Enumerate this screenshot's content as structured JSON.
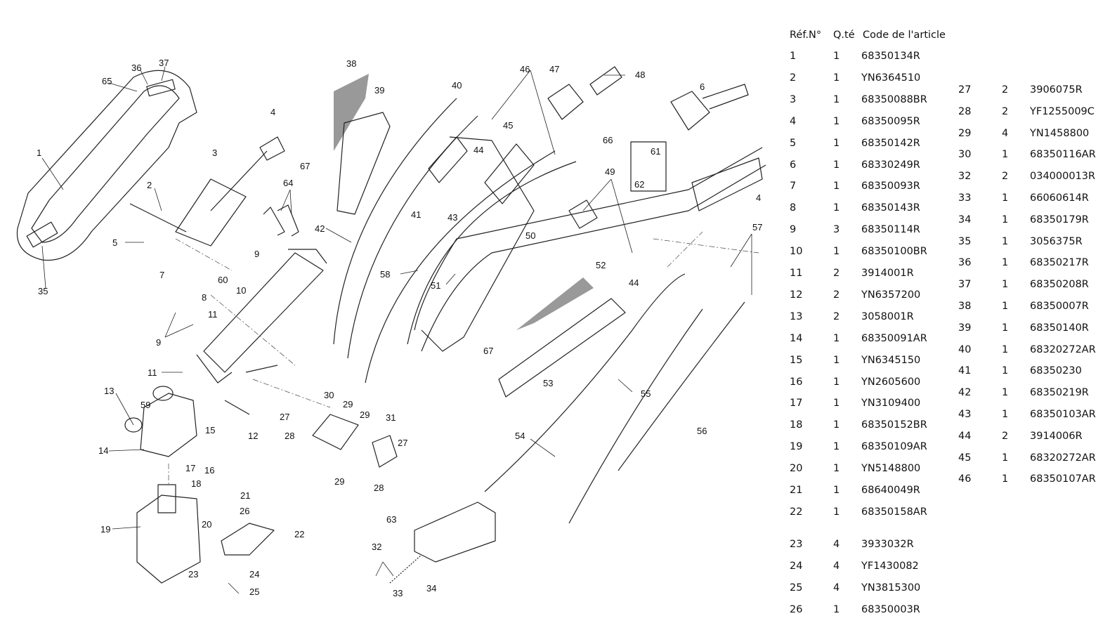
{
  "header": {
    "ref": "Réf.N°",
    "qty": "Q.té",
    "code": "Code de l'article"
  },
  "left_rows": [
    {
      "ref": "1",
      "qty": "1",
      "code": "68350134R"
    },
    {
      "ref": "2",
      "qty": "1",
      "code": "YN6364510"
    },
    {
      "ref": "3",
      "qty": "1",
      "code": "68350088BR"
    },
    {
      "ref": "4",
      "qty": "1",
      "code": "68350095R"
    },
    {
      "ref": "5",
      "qty": "1",
      "code": "68350142R"
    },
    {
      "ref": "6",
      "qty": "1",
      "code": "68330249R"
    },
    {
      "ref": "7",
      "qty": "1",
      "code": "68350093R"
    },
    {
      "ref": "8",
      "qty": "1",
      "code": "68350143R"
    },
    {
      "ref": "9",
      "qty": "3",
      "code": "68350114R"
    },
    {
      "ref": "10",
      "qty": "1",
      "code": "68350100BR"
    },
    {
      "ref": "11",
      "qty": "2",
      "code": "3914001R"
    },
    {
      "ref": "12",
      "qty": "2",
      "code": "YN6357200"
    },
    {
      "ref": "13",
      "qty": "2",
      "code": "3058001R"
    },
    {
      "ref": "14",
      "qty": "1",
      "code": "68350091AR"
    },
    {
      "ref": "15",
      "qty": "1",
      "code": "YN6345150"
    },
    {
      "ref": "16",
      "qty": "1",
      "code": "YN2605600"
    },
    {
      "ref": "17",
      "qty": "1",
      "code": "YN3109400"
    },
    {
      "ref": "18",
      "qty": "1",
      "code": "68350152BR"
    },
    {
      "ref": "19",
      "qty": "1",
      "code": "68350109AR"
    },
    {
      "ref": "20",
      "qty": "1",
      "code": "YN5148800"
    },
    {
      "ref": "21",
      "qty": "1",
      "code": "68640049R"
    },
    {
      "ref": "22",
      "qty": "1",
      "code": "68350158AR"
    },
    {
      "ref": "23",
      "qty": "4",
      "code": "3933032R"
    },
    {
      "ref": "24",
      "qty": "4",
      "code": "YF1430082"
    },
    {
      "ref": "25",
      "qty": "4",
      "code": "YN3815300"
    },
    {
      "ref": "26",
      "qty": "1",
      "code": "68350003R"
    }
  ],
  "right_rows": [
    {
      "ref": "27",
      "qty": "2",
      "code": "3906075R"
    },
    {
      "ref": "28",
      "qty": "2",
      "code": "YF1255009C"
    },
    {
      "ref": "29",
      "qty": "4",
      "code": "YN1458800"
    },
    {
      "ref": "30",
      "qty": "1",
      "code": "68350116AR"
    },
    {
      "ref": "32",
      "qty": "2",
      "code": "034000013R"
    },
    {
      "ref": "33",
      "qty": "1",
      "code": "66060614R"
    },
    {
      "ref": "34",
      "qty": "1",
      "code": "68350179R"
    },
    {
      "ref": "35",
      "qty": "1",
      "code": "3056375R"
    },
    {
      "ref": "36",
      "qty": "1",
      "code": "68350217R"
    },
    {
      "ref": "37",
      "qty": "1",
      "code": "68350208R"
    },
    {
      "ref": "38",
      "qty": "1",
      "code": "68350007R"
    },
    {
      "ref": "39",
      "qty": "1",
      "code": "68350140R"
    },
    {
      "ref": "40",
      "qty": "1",
      "code": "68320272AR"
    },
    {
      "ref": "41",
      "qty": "1",
      "code": "68350230"
    },
    {
      "ref": "42",
      "qty": "1",
      "code": "68350219R"
    },
    {
      "ref": "43",
      "qty": "1",
      "code": "68350103AR"
    },
    {
      "ref": "44",
      "qty": "2",
      "code": "3914006R"
    },
    {
      "ref": "45",
      "qty": "1",
      "code": "68320272AR"
    },
    {
      "ref": "46",
      "qty": "1",
      "code": "68350107AR"
    }
  ],
  "callouts": [
    "1",
    "2",
    "3",
    "4",
    "5",
    "6",
    "7",
    "8",
    "9",
    "10",
    "11",
    "12",
    "13",
    "14",
    "15",
    "16",
    "17",
    "18",
    "19",
    "20",
    "21",
    "22",
    "23",
    "24",
    "25",
    "26",
    "27",
    "28",
    "29",
    "30",
    "31",
    "32",
    "33",
    "34",
    "35",
    "36",
    "37",
    "38",
    "39",
    "40",
    "41",
    "42",
    "43",
    "44",
    "45",
    "46",
    "47",
    "48",
    "49",
    "50",
    "51",
    "52",
    "53",
    "54",
    "55",
    "56",
    "57",
    "58",
    "59",
    "60",
    "61",
    "62",
    "63",
    "64",
    "65",
    "66",
    "67"
  ]
}
